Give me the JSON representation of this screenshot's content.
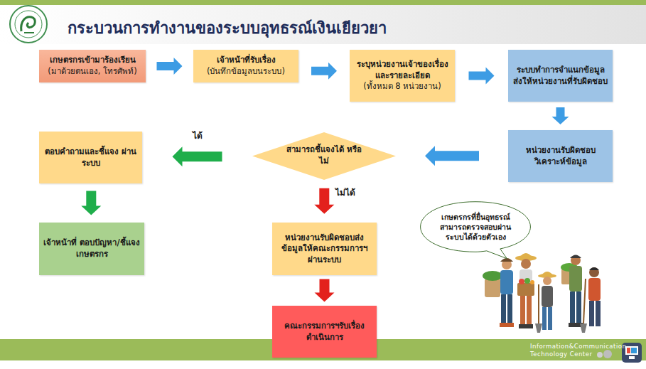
{
  "diagram": {
    "title": "กระบวนการทำงานของระบบอุทธรณ์เงินเยียวยา",
    "nodes": [
      {
        "text": [
          "เกษตรกรเข้ามาร้องเรียน",
          "(มาด้วยตนเอง, โทรศัพท์)"
        ]
      },
      {
        "text": [
          "เจ้าหน้าที่รับเรื่อง",
          "(บันทึกข้อมูลบนระบบ)"
        ]
      },
      {
        "text": [
          "ระบุหน่วยงานเจ้าของเรื่อง และรายละเอียด",
          "(ทั้งหมด 8 หน่วยงาน)"
        ]
      },
      {
        "text": [
          "ระบบทำการจำแนกข้อมูล ส่งให้หน่วยงานที่รับผิดชอบ"
        ]
      },
      {
        "text": [
          "หน่วยงานรับผิดชอบ วิเคราะห์ข้อมูล"
        ]
      },
      {
        "text": [
          "สามารถชี้แจงได้ หรือไม่"
        ]
      },
      {
        "text": [
          "ตอบคำถามและชี้แจง ผ่านระบบ"
        ]
      },
      {
        "text": [
          "เจ้าหน้าที่ ตอบปัญหา/ชี้แจง เกษตรกร"
        ]
      },
      {
        "text": [
          "หน่วยงานรับผิดชอบส่งข้อมูลให้คณะกรรมการฯ ผ่านระบบ"
        ]
      },
      {
        "text": [
          "คณะกรรมการฯรับเรื่อง ดำเนินการ"
        ]
      },
      {
        "text": [
          "เกษตรกรที่ยื่นอุทธรณ์ สามารถตรวจสอบผ่านระบบได้ด้วยตัวเอง"
        ]
      }
    ],
    "edges": [
      {
        "from": 0,
        "to": 1,
        "arrow": "to"
      },
      {
        "from": 1,
        "to": 2,
        "arrow": "to"
      },
      {
        "from": 2,
        "to": 3,
        "arrow": "to"
      },
      {
        "from": 3,
        "to": 4,
        "arrow": "to"
      },
      {
        "from": 4,
        "to": 5,
        "arrow": "to"
      },
      {
        "from": 5,
        "to": 6,
        "label": "ได้",
        "arrow": "to"
      },
      {
        "from": 6,
        "to": 7,
        "arrow": "to"
      },
      {
        "from": 5,
        "to": 8,
        "label": "ไม่ได้",
        "arrow": "to"
      },
      {
        "from": 8,
        "to": 9,
        "arrow": "to"
      }
    ],
    "labels": [
      "Information&Communication Technology Center"
    ]
  }
}
